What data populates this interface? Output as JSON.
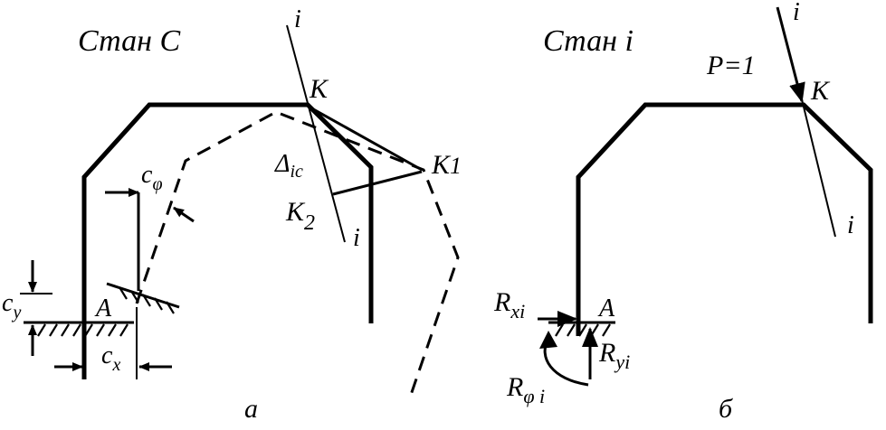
{
  "left_panel": {
    "title": "Стан С",
    "caption": "а",
    "labels": {
      "i_top": "i",
      "i_bottom": "i",
      "K": "K",
      "K1_base": "K",
      "K1_sub": "1",
      "K2_base": "K",
      "K2_sub": "2",
      "delta_base": "Δ",
      "delta_sub": "ic",
      "c_phi_base": "c",
      "c_phi_sub": "φ",
      "c_y_base": "c",
      "c_y_sub": "y",
      "c_x_base": "c",
      "c_x_sub": "x",
      "A": "A"
    }
  },
  "right_panel": {
    "title": "Стан  i",
    "caption": "б",
    "labels": {
      "i_top": "i",
      "i_bottom": "i",
      "K": "K",
      "P": "P=1",
      "A": "A",
      "Rx_base": "R",
      "Rx_sub": "xi",
      "Ry_base": "R",
      "Ry_sub": "yi",
      "Rphi_base": "R",
      "Rphi_sub": "φ i"
    }
  }
}
